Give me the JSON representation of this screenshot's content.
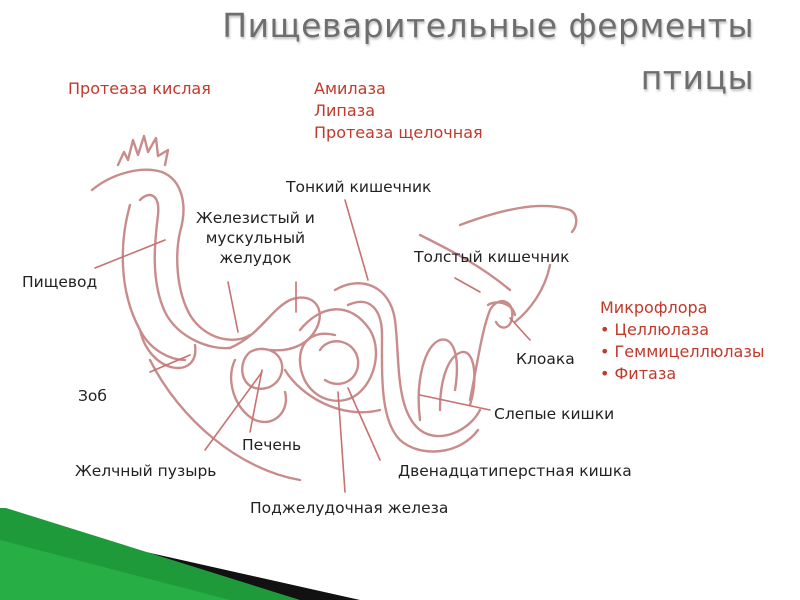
{
  "title": {
    "line1": "Пищеварительные ферменты",
    "line2": "птицы"
  },
  "enzymes": {
    "left": "Протеаза кислая",
    "right": [
      "Амилаза",
      "Липаза",
      "Протеаза щелочная"
    ]
  },
  "microflora": {
    "heading": "Микрофлора",
    "items": [
      "• Целлюлаза",
      "• Геммицеллюлазы",
      "• Фитаза"
    ]
  },
  "labels": {
    "small_intestine": "Тонкий кишечник",
    "stomach": [
      "Железистый и",
      "мускульный",
      "желудок"
    ],
    "large_intestine": "Толстый кишечник",
    "esophagus": "Пищевод",
    "crop": "Зоб",
    "cloaca": "Клоака",
    "ceca": "Слепые кишки",
    "liver": "Печень",
    "gallbladder": "Желчный пузырь",
    "duodenum": "Двенадцатиперстная кишка",
    "pancreas": "Поджелудочная железа"
  },
  "colors": {
    "accent_red": "#c0392b",
    "outline": "#c98c8c",
    "title_gray": "#6e6e6e",
    "green": "#1f9a3a"
  }
}
